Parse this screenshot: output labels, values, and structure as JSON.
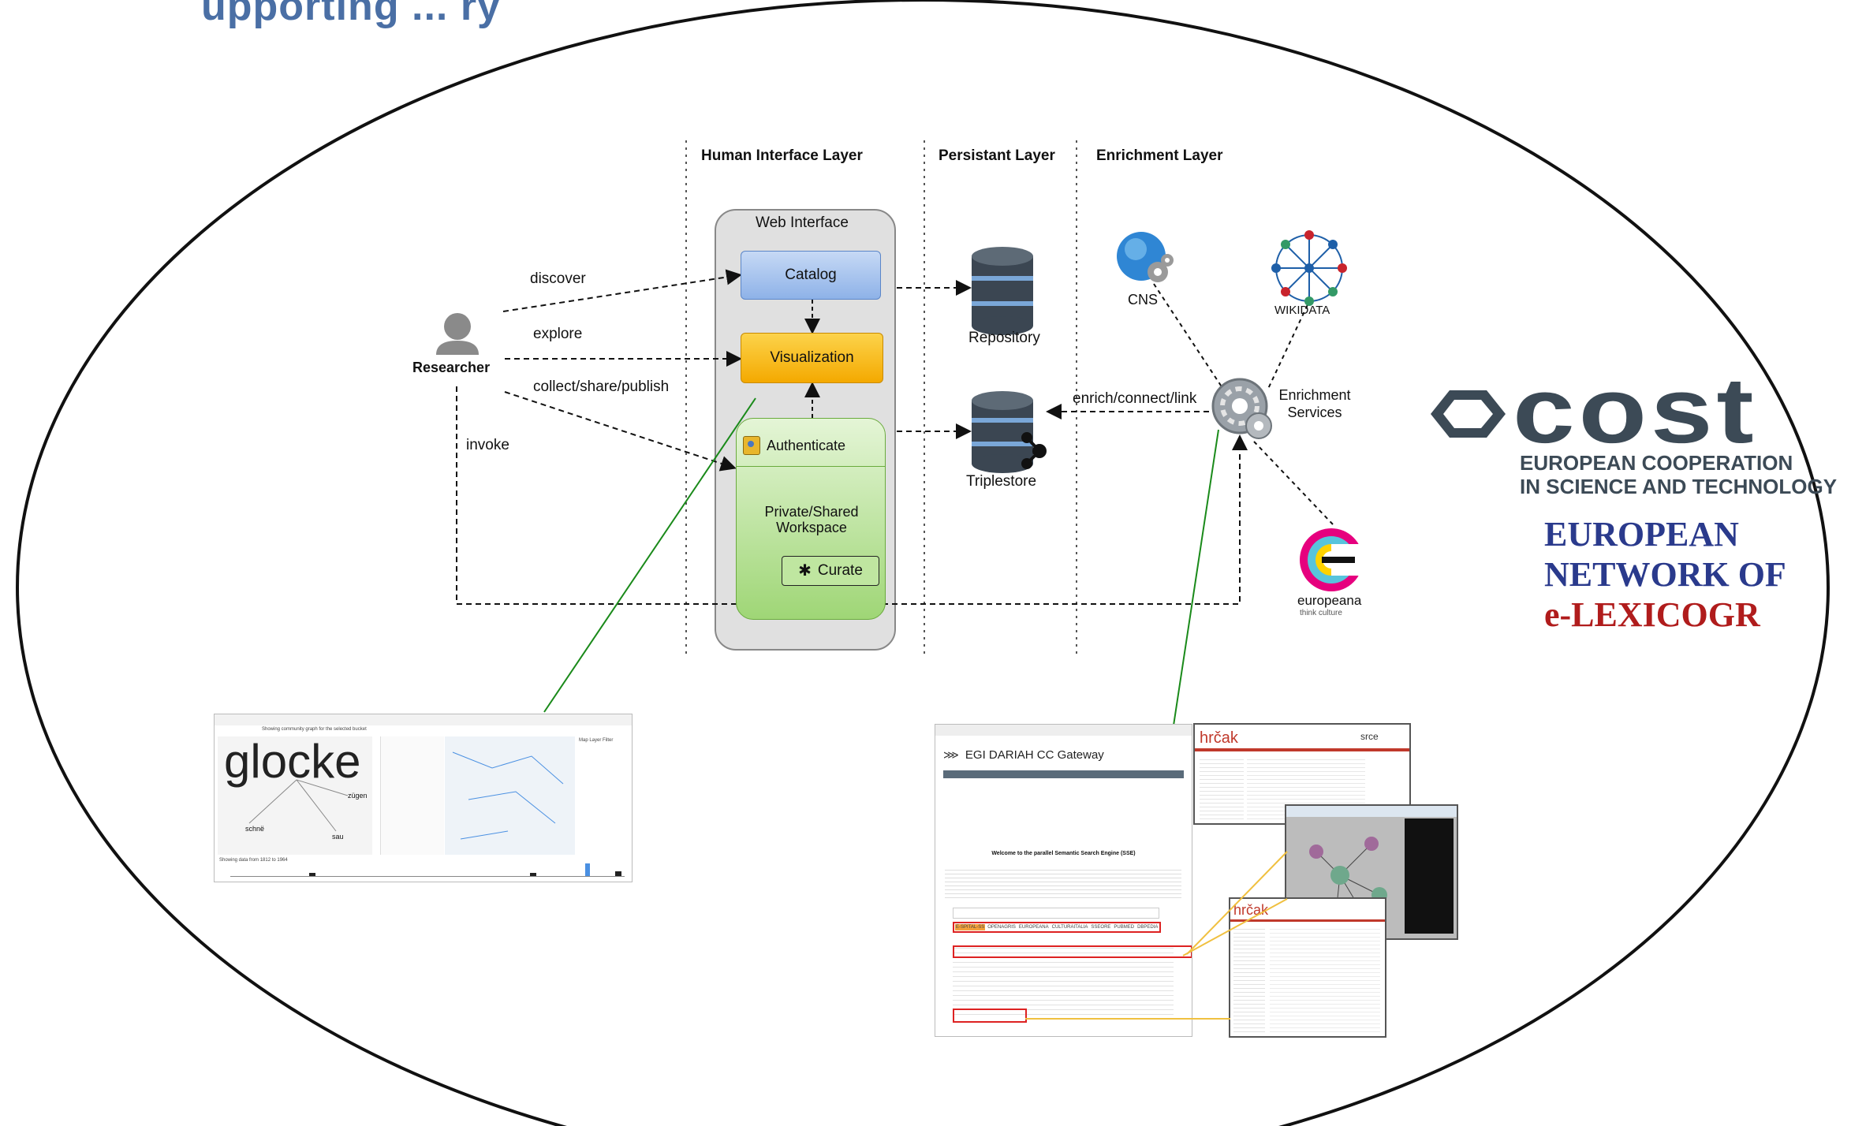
{
  "slide": {
    "heading_fragment": "upporting ... ry"
  },
  "layers": {
    "human_interface": "Human Interface Layer",
    "persistant": "Persistant Layer",
    "enrichment": "Enrichment Layer"
  },
  "actor": {
    "label": "Researcher"
  },
  "actions": {
    "discover": "discover",
    "explore": "explore",
    "collect": "collect/share/publish",
    "invoke": "invoke"
  },
  "web_interface": {
    "title": "Web Interface",
    "catalog": "Catalog",
    "visualization": "Visualization",
    "authenticate": "Authenticate",
    "workspace": "Private/Shared Workspace",
    "curate": "Curate"
  },
  "stores": {
    "repository": "Repository",
    "triplestore": "Triplestore"
  },
  "enrichment": {
    "cns": "CNS",
    "wikidata": "WIKIDATA",
    "services": "Enrichment Services",
    "link_label": "enrich/connect/link",
    "europeana": "europeana",
    "europeana_tag": "think culture"
  },
  "logos": {
    "cost_word": "cost",
    "cost_line1": "EUROPEAN COOPERATION",
    "cost_line2": "IN SCIENCE AND TECHNOLOGY",
    "elex_line1": "EUROPEAN",
    "elex_line2": "NETWORK OF",
    "elex_line3": "e-LEXICOGR"
  },
  "screenshot_left": {
    "word": "glocke",
    "words": [
      "schnë",
      "sau",
      "zügen"
    ],
    "panel_title": "Showing community graph for the selected bucket",
    "filter_title": "Map Layer Filter",
    "footer": "Showing data from 1812 to 1964"
  },
  "screenshot_right": {
    "gateway_title": "EGI DARIAH CC Gateway",
    "welcome": "Welcome to the parallel Semantic Search Engine (SSE)",
    "hrcak1": "hrčak",
    "hrcak2": "hrčak",
    "srce": "srce",
    "tabs": [
      "E-SPITAL-SS",
      "OPENAGRIS",
      "EUROPEANA",
      "CULTURAITALIA",
      "SSEORE",
      "PUBMED",
      "DBPEDIA"
    ]
  },
  "colors": {
    "catalog_fill": "#aec8ef",
    "visualization_fill": "#f9c21b",
    "workspace_fill": "#c4e8a8",
    "web_interface_fill": "#e0e0e0",
    "link_green": "#1a8a1a",
    "cost_gray": "#3c4a56",
    "elex_red": "#b01c1c",
    "elex_blue": "#2a3a8c"
  }
}
